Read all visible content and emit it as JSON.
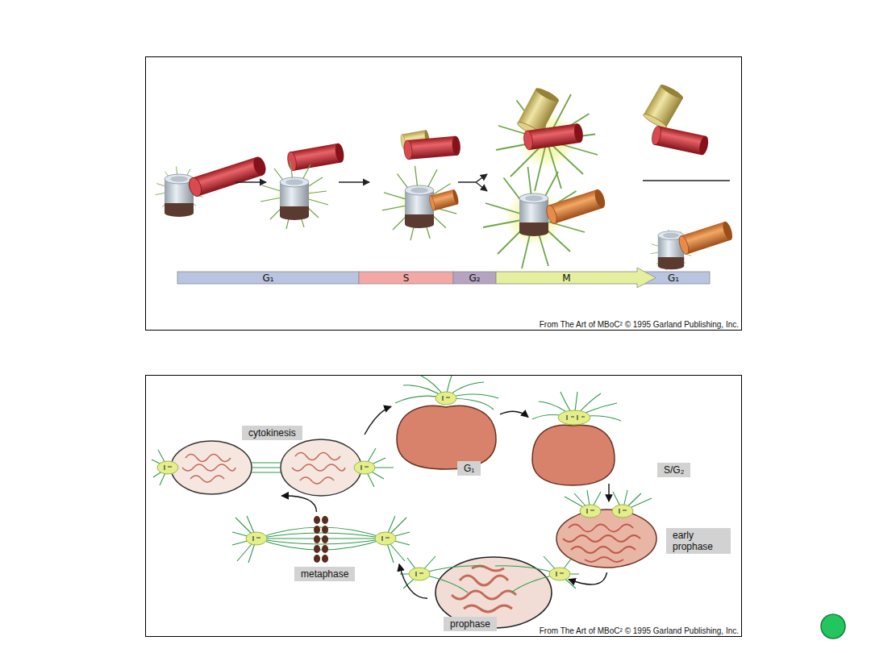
{
  "diagram": {
    "nodes": [
      {
        "text": [
          "G₁"
        ]
      },
      {
        "text": [
          "S"
        ]
      },
      {
        "text": [
          "G₂"
        ]
      },
      {
        "text": [
          "M"
        ]
      },
      {
        "text": [
          "G₁"
        ]
      },
      {
        "text": [
          "cytokinesis"
        ]
      },
      {
        "text": [
          "G₁"
        ]
      },
      {
        "text": [
          "S/G₂"
        ]
      },
      {
        "text": [
          "early prophase"
        ]
      },
      {
        "text": [
          "prophase"
        ]
      },
      {
        "text": [
          "metaphase"
        ]
      }
    ],
    "edges": [
      {
        "from": 5,
        "to": 6,
        "arrow": "to"
      },
      {
        "from": 6,
        "to": 7,
        "arrow": "to"
      },
      {
        "from": 7,
        "to": 8,
        "arrow": "to"
      },
      {
        "from": 8,
        "to": 9,
        "arrow": "to"
      },
      {
        "from": 9,
        "to": 10,
        "arrow": "to"
      },
      {
        "from": 10,
        "to": 5,
        "arrow": "to"
      }
    ],
    "labels": [
      "From The Art of MBoC² © 1995 Garland Publishing, Inc.",
      "From The Art of MBoC² © 1995 Garland Publishing, Inc."
    ]
  }
}
